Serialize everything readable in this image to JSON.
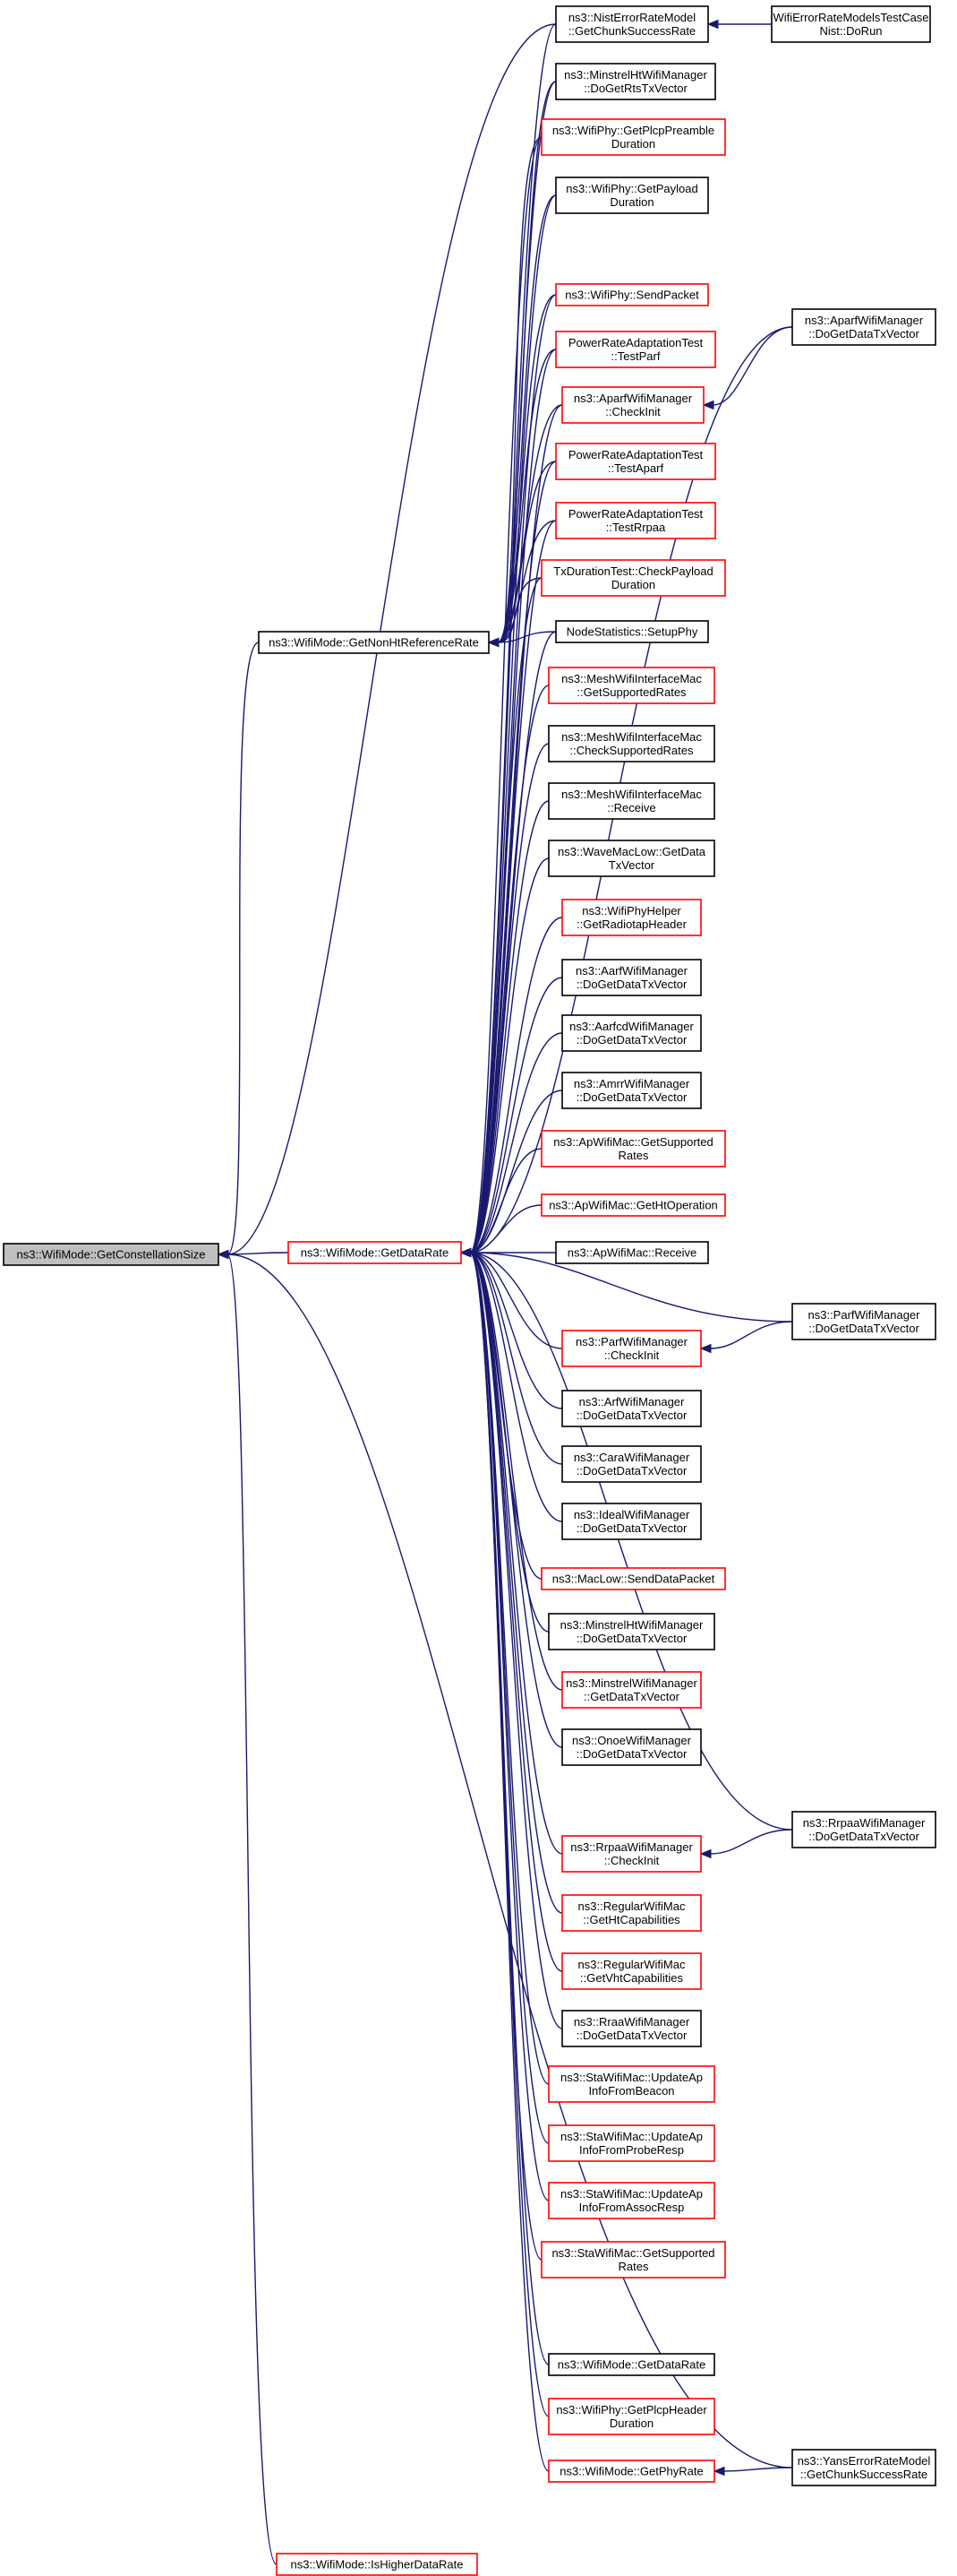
{
  "nodes": [
    {
      "id": "n0",
      "lines": [
        "ns3::WifiMode::GetConstellationSize"
      ],
      "color": "root"
    },
    {
      "id": "n1",
      "lines": [
        "ns3::WifiMode::GetNonHtReferenceRate"
      ],
      "color": "black"
    },
    {
      "id": "n2",
      "lines": [
        "ns3::WifiMode::GetDataRate"
      ],
      "color": "red"
    },
    {
      "id": "n3",
      "lines": [
        "ns3::WifiMode::IsHigherDataRate"
      ],
      "color": "red"
    },
    {
      "id": "n4",
      "lines": [
        "ns3::NistErrorRateModel",
        "::GetChunkSuccessRate"
      ],
      "color": "black"
    },
    {
      "id": "n5",
      "lines": [
        "WifiErrorRateModelsTestCase",
        "Nist::DoRun"
      ],
      "color": "black"
    },
    {
      "id": "n6",
      "lines": [
        "ns3::MinstrelHtWifiManager",
        "::DoGetRtsTxVector"
      ],
      "color": "black"
    },
    {
      "id": "n7",
      "lines": [
        "ns3::WifiPhy::GetPlcpPreamble",
        "Duration"
      ],
      "color": "red"
    },
    {
      "id": "n8",
      "lines": [
        "ns3::WifiPhy::GetPayload",
        "Duration"
      ],
      "color": "black"
    },
    {
      "id": "n9",
      "lines": [
        "ns3::WifiPhy::SendPacket"
      ],
      "color": "red"
    },
    {
      "id": "n10",
      "lines": [
        "ns3::AparfWifiManager",
        "::DoGetDataTxVector"
      ],
      "color": "black"
    },
    {
      "id": "n11",
      "lines": [
        "PowerRateAdaptationTest",
        "::TestParf"
      ],
      "color": "red"
    },
    {
      "id": "n12",
      "lines": [
        "ns3::AparfWifiManager",
        "::CheckInit"
      ],
      "color": "red"
    },
    {
      "id": "n13",
      "lines": [
        "PowerRateAdaptationTest",
        "::TestAparf"
      ],
      "color": "red"
    },
    {
      "id": "n14",
      "lines": [
        "PowerRateAdaptationTest",
        "::TestRrpaa"
      ],
      "color": "red"
    },
    {
      "id": "n15",
      "lines": [
        "TxDurationTest::CheckPayload",
        "Duration"
      ],
      "color": "red"
    },
    {
      "id": "n16",
      "lines": [
        "NodeStatistics::SetupPhy"
      ],
      "color": "black"
    },
    {
      "id": "n17",
      "lines": [
        "ns3::MeshWifiInterfaceMac",
        "::GetSupportedRates"
      ],
      "color": "red"
    },
    {
      "id": "n18",
      "lines": [
        "ns3::MeshWifiInterfaceMac",
        "::CheckSupportedRates"
      ],
      "color": "black"
    },
    {
      "id": "n19",
      "lines": [
        "ns3::MeshWifiInterfaceMac",
        "::Receive"
      ],
      "color": "black"
    },
    {
      "id": "n20",
      "lines": [
        "ns3::WaveMacLow::GetData",
        "TxVector"
      ],
      "color": "black"
    },
    {
      "id": "n21",
      "lines": [
        "ns3::WifiPhyHelper",
        "::GetRadiotapHeader"
      ],
      "color": "red"
    },
    {
      "id": "n22",
      "lines": [
        "ns3::AarfWifiManager",
        "::DoGetDataTxVector"
      ],
      "color": "black"
    },
    {
      "id": "n23",
      "lines": [
        "ns3::AarfcdWifiManager",
        "::DoGetDataTxVector"
      ],
      "color": "black"
    },
    {
      "id": "n24",
      "lines": [
        "ns3::AmrrWifiManager",
        "::DoGetDataTxVector"
      ],
      "color": "black"
    },
    {
      "id": "n25",
      "lines": [
        "ns3::ApWifiMac::GetSupported",
        "Rates"
      ],
      "color": "red"
    },
    {
      "id": "n26",
      "lines": [
        "ns3::ApWifiMac::GetHtOperation"
      ],
      "color": "red"
    },
    {
      "id": "n27",
      "lines": [
        "ns3::ApWifiMac::Receive"
      ],
      "color": "black"
    },
    {
      "id": "n28",
      "lines": [
        "ns3::ParfWifiManager",
        "::DoGetDataTxVector"
      ],
      "color": "black"
    },
    {
      "id": "n29",
      "lines": [
        "ns3::ParfWifiManager",
        "::CheckInit"
      ],
      "color": "red"
    },
    {
      "id": "n30",
      "lines": [
        "ns3::ArfWifiManager",
        "::DoGetDataTxVector"
      ],
      "color": "black"
    },
    {
      "id": "n31",
      "lines": [
        "ns3::CaraWifiManager",
        "::DoGetDataTxVector"
      ],
      "color": "black"
    },
    {
      "id": "n32",
      "lines": [
        "ns3::IdealWifiManager",
        "::DoGetDataTxVector"
      ],
      "color": "black"
    },
    {
      "id": "n33",
      "lines": [
        "ns3::MacLow::SendDataPacket"
      ],
      "color": "red"
    },
    {
      "id": "n34",
      "lines": [
        "ns3::MinstrelHtWifiManager",
        "::DoGetDataTxVector"
      ],
      "color": "black"
    },
    {
      "id": "n35",
      "lines": [
        "ns3::MinstrelWifiManager",
        "::GetDataTxVector"
      ],
      "color": "red"
    },
    {
      "id": "n36",
      "lines": [
        "ns3::OnoeWifiManager",
        "::DoGetDataTxVector"
      ],
      "color": "black"
    },
    {
      "id": "n37",
      "lines": [
        "ns3::RrpaaWifiManager",
        "::DoGetDataTxVector"
      ],
      "color": "black"
    },
    {
      "id": "n38",
      "lines": [
        "ns3::RrpaaWifiManager",
        "::CheckInit"
      ],
      "color": "red"
    },
    {
      "id": "n39",
      "lines": [
        "ns3::RegularWifiMac",
        "::GetHtCapabilities"
      ],
      "color": "red"
    },
    {
      "id": "n40",
      "lines": [
        "ns3::RegularWifiMac",
        "::GetVhtCapabilities"
      ],
      "color": "red"
    },
    {
      "id": "n41",
      "lines": [
        "ns3::RraaWifiManager",
        "::DoGetDataTxVector"
      ],
      "color": "black"
    },
    {
      "id": "n42",
      "lines": [
        "ns3::StaWifiMac::UpdateAp",
        "InfoFromBeacon"
      ],
      "color": "red"
    },
    {
      "id": "n43",
      "lines": [
        "ns3::StaWifiMac::UpdateAp",
        "InfoFromProbeResp"
      ],
      "color": "red"
    },
    {
      "id": "n44",
      "lines": [
        "ns3::StaWifiMac::UpdateAp",
        "InfoFromAssocResp"
      ],
      "color": "red"
    },
    {
      "id": "n45",
      "lines": [
        "ns3::StaWifiMac::GetSupported",
        "Rates"
      ],
      "color": "red"
    },
    {
      "id": "n46",
      "lines": [
        "ns3::WifiMode::GetDataRate"
      ],
      "color": "black"
    },
    {
      "id": "n47",
      "lines": [
        "ns3::WifiPhy::GetPlcpHeader",
        "Duration"
      ],
      "color": "red"
    },
    {
      "id": "n48",
      "lines": [
        "ns3::WifiMode::GetPhyRate"
      ],
      "color": "red"
    },
    {
      "id": "n49",
      "lines": [
        "ns3::YansErrorRateModel",
        "::GetChunkSuccessRate"
      ],
      "color": "black"
    }
  ],
  "edges": [
    {
      "from": "n1",
      "to": "n0"
    },
    {
      "from": "n2",
      "to": "n0"
    },
    {
      "from": "n3",
      "to": "n0"
    },
    {
      "from": "n4",
      "to": "n0"
    },
    {
      "from": "n49",
      "to": "n0"
    },
    {
      "from": "n5",
      "to": "n4"
    },
    {
      "from": "n6",
      "to": "n1"
    },
    {
      "from": "n7",
      "to": "n1"
    },
    {
      "from": "n8",
      "to": "n1"
    },
    {
      "from": "n9",
      "to": "n1"
    },
    {
      "from": "n11",
      "to": "n1"
    },
    {
      "from": "n12",
      "to": "n1"
    },
    {
      "from": "n13",
      "to": "n1"
    },
    {
      "from": "n14",
      "to": "n1"
    },
    {
      "from": "n15",
      "to": "n1"
    },
    {
      "from": "n16",
      "to": "n1"
    },
    {
      "from": "n10",
      "to": "n12"
    },
    {
      "from": "n4",
      "to": "n2"
    },
    {
      "from": "n6",
      "to": "n2"
    },
    {
      "from": "n7",
      "to": "n2"
    },
    {
      "from": "n8",
      "to": "n2"
    },
    {
      "from": "n9",
      "to": "n2"
    },
    {
      "from": "n10",
      "to": "n2"
    },
    {
      "from": "n11",
      "to": "n2"
    },
    {
      "from": "n12",
      "to": "n2"
    },
    {
      "from": "n13",
      "to": "n2"
    },
    {
      "from": "n14",
      "to": "n2"
    },
    {
      "from": "n15",
      "to": "n2"
    },
    {
      "from": "n16",
      "to": "n2"
    },
    {
      "from": "n17",
      "to": "n2"
    },
    {
      "from": "n18",
      "to": "n2"
    },
    {
      "from": "n19",
      "to": "n2"
    },
    {
      "from": "n20",
      "to": "n2"
    },
    {
      "from": "n21",
      "to": "n2"
    },
    {
      "from": "n22",
      "to": "n2"
    },
    {
      "from": "n23",
      "to": "n2"
    },
    {
      "from": "n24",
      "to": "n2"
    },
    {
      "from": "n25",
      "to": "n2"
    },
    {
      "from": "n26",
      "to": "n2"
    },
    {
      "from": "n27",
      "to": "n2"
    },
    {
      "from": "n28",
      "to": "n2"
    },
    {
      "from": "n29",
      "to": "n2"
    },
    {
      "from": "n28",
      "to": "n29"
    },
    {
      "from": "n30",
      "to": "n2"
    },
    {
      "from": "n31",
      "to": "n2"
    },
    {
      "from": "n32",
      "to": "n2"
    },
    {
      "from": "n33",
      "to": "n2"
    },
    {
      "from": "n34",
      "to": "n2"
    },
    {
      "from": "n35",
      "to": "n2"
    },
    {
      "from": "n36",
      "to": "n2"
    },
    {
      "from": "n37",
      "to": "n2"
    },
    {
      "from": "n38",
      "to": "n2"
    },
    {
      "from": "n37",
      "to": "n38"
    },
    {
      "from": "n39",
      "to": "n2"
    },
    {
      "from": "n40",
      "to": "n2"
    },
    {
      "from": "n41",
      "to": "n2"
    },
    {
      "from": "n42",
      "to": "n2"
    },
    {
      "from": "n43",
      "to": "n2"
    },
    {
      "from": "n44",
      "to": "n2"
    },
    {
      "from": "n45",
      "to": "n2"
    },
    {
      "from": "n46",
      "to": "n2"
    },
    {
      "from": "n47",
      "to": "n2"
    },
    {
      "from": "n48",
      "to": "n2"
    },
    {
      "from": "n49",
      "to": "n48"
    }
  ]
}
